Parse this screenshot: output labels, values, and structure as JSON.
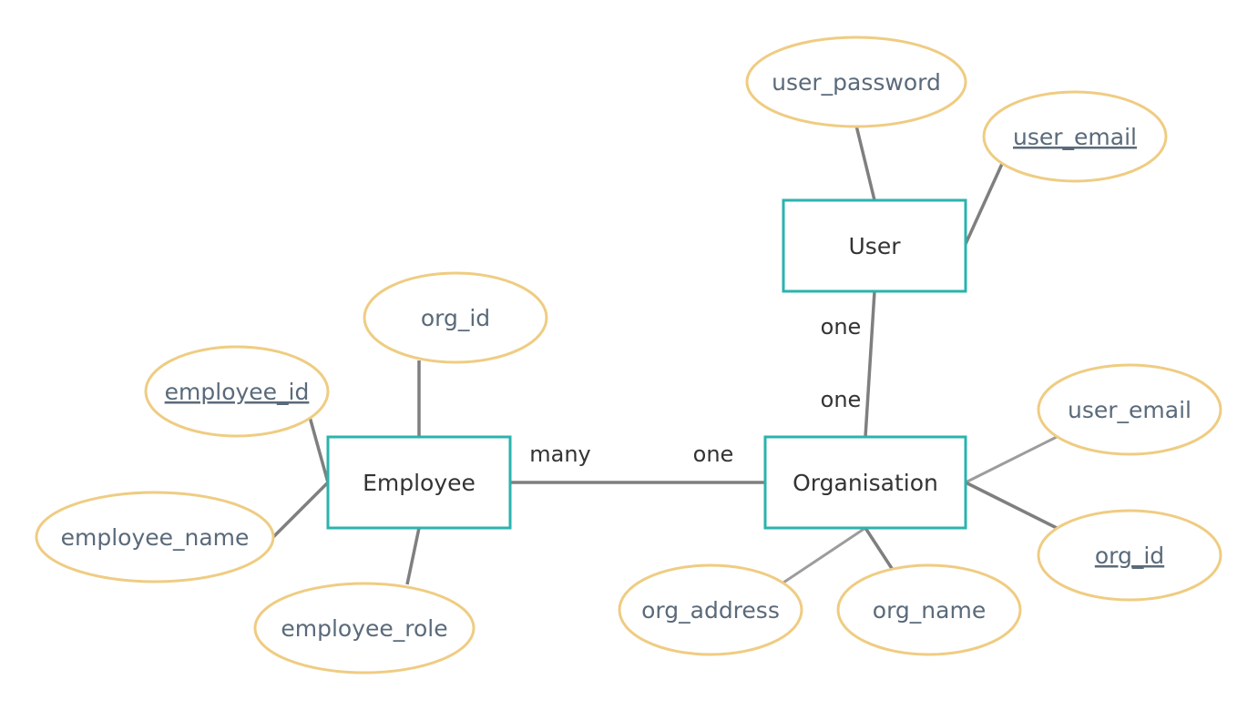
{
  "entities": {
    "user": "User",
    "employee": "Employee",
    "organisation": "Organisation"
  },
  "attributes": {
    "user_password": "user_password",
    "user_email_user": "user_email",
    "org_id_employee": "org_id",
    "employee_id": "employee_id",
    "employee_name": "employee_name",
    "employee_role": "employee_role",
    "user_email_org": "user_email",
    "org_id_org": "org_id",
    "org_address": "org_address",
    "org_name": "org_name"
  },
  "cardinalities": {
    "user_side": "one",
    "org_side_user_rel": "one",
    "employee_side": "many",
    "org_side_employee_rel": "one"
  },
  "colors": {
    "entity_border": "#2bb3ad",
    "attribute_border": "#efcc82",
    "connector": "#7f7f7f"
  }
}
